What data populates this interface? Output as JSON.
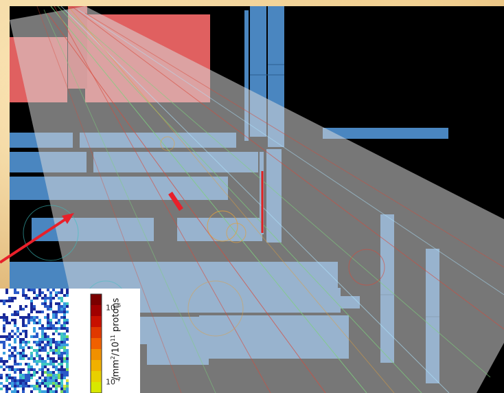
{
  "inset": {
    "scale_top_base": "10",
    "scale_top_exp": "-6",
    "scale_bottom_base": "10",
    "scale_bottom_exp": "-7",
    "units_prefix": "/mm",
    "units_exp1": "2",
    "units_mid": "/10",
    "units_exp2": "11",
    "units_suffix": " protons"
  },
  "colors": {
    "background_parchment": "#e9c98c",
    "detector_blue": "#4a86c0",
    "hot_red": "#e06060",
    "beam_cone": "#b9b9b9",
    "arrow_red": "#e8202a",
    "track_green": "#7ed07e",
    "track_red": "#d84a3a",
    "track_orange": "#e0a040"
  }
}
